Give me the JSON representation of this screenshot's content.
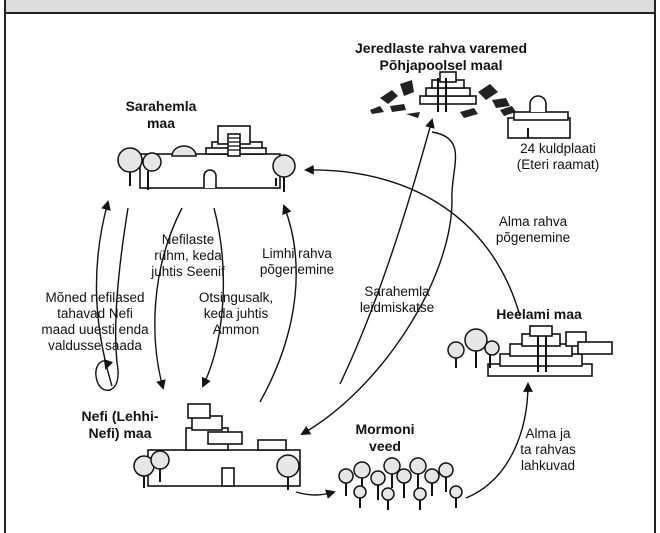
{
  "places": {
    "zarahemla": [
      "Sarahemla",
      "maa"
    ],
    "nephi": [
      "Nefi (Lehhi-",
      "Nefi) maa"
    ],
    "jaredite_remains": [
      "Jeredlaste rahva varemed",
      "Põhjapoolsel maal"
    ],
    "helam": [
      "Heelami maa"
    ],
    "mormon_waters": [
      "Mormoni",
      "veed"
    ]
  },
  "routes": {
    "zeniff_group": [
      "Nefilaste",
      "rühm, keda",
      "juhtis Seenif"
    ],
    "ammon_search": [
      "Otsingusalk,",
      "keda juhtis",
      "Ammon"
    ],
    "reclaim_land": [
      "Mõned nefilased",
      "tahavad Nefi",
      "maad uuesti enda",
      "valdusse saada"
    ],
    "limhi_escape": [
      "Limhi rahva",
      "põgenemine"
    ],
    "zarahemla_search": [
      "Sarahemla",
      "leidmiskatse"
    ],
    "alma_escape": [
      "Alma rahva",
      "põgenemine"
    ],
    "alma_depart": [
      "Alma ja",
      "ta rahvas",
      "lahkuvad"
    ]
  },
  "plates": [
    "24 kuldplaati",
    "(Eteri raamat)"
  ],
  "colors": {
    "header": "#dcdcdc",
    "tree_fill": "#e6e6e6",
    "ink": "#111111"
  }
}
